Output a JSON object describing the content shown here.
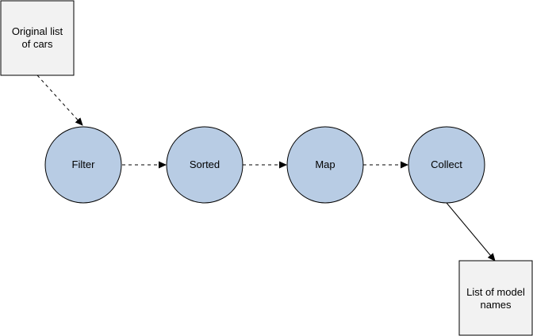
{
  "diagram": {
    "input_box": {
      "line1": "Original list",
      "line2": "of cars"
    },
    "stages": {
      "filter": "Filter",
      "sorted": "Sorted",
      "map": "Map",
      "collect": "Collect"
    },
    "output_box": {
      "line1": "List of model",
      "line2": "names"
    }
  },
  "colors": {
    "stage_fill": "#b8cce4",
    "box_fill": "#f2f2f2",
    "stroke": "#000000"
  }
}
